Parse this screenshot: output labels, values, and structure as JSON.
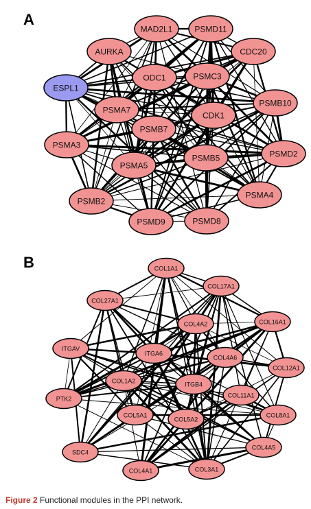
{
  "panels": [
    {
      "letter": "A",
      "node_color": "#f29393",
      "highlight_color": "#9a9af0",
      "nodes": [
        {
          "id": "MAD2L1"
        },
        {
          "id": "PSMD11"
        },
        {
          "id": "AURKA"
        },
        {
          "id": "CDC20"
        },
        {
          "id": "ESPL1",
          "highlight": true
        },
        {
          "id": "ODC1"
        },
        {
          "id": "PSMC3"
        },
        {
          "id": "PSMA7"
        },
        {
          "id": "CDK1"
        },
        {
          "id": "PSMB10"
        },
        {
          "id": "PSMB7"
        },
        {
          "id": "PSMA3"
        },
        {
          "id": "PSMD2"
        },
        {
          "id": "PSMB5"
        },
        {
          "id": "PSMA5"
        },
        {
          "id": "PSMA4"
        },
        {
          "id": "PSMB2"
        },
        {
          "id": "PSMD9"
        },
        {
          "id": "PSMD8"
        }
      ]
    },
    {
      "letter": "B",
      "node_color": "#f29393",
      "nodes": [
        {
          "id": "COL1A1"
        },
        {
          "id": "COL17A1"
        },
        {
          "id": "COL27A1"
        },
        {
          "id": "COL4A2"
        },
        {
          "id": "COL16A1"
        },
        {
          "id": "ITGAV"
        },
        {
          "id": "ITGA6"
        },
        {
          "id": "COL4A6"
        },
        {
          "id": "COL12A1"
        },
        {
          "id": "COL1A2"
        },
        {
          "id": "ITGB4"
        },
        {
          "id": "COL11A1"
        },
        {
          "id": "PTK2"
        },
        {
          "id": "COL5A1"
        },
        {
          "id": "COL5A2"
        },
        {
          "id": "COL8A1"
        },
        {
          "id": "SDC4"
        },
        {
          "id": "COL4A5"
        },
        {
          "id": "COL4A1"
        },
        {
          "id": "COL3A1"
        }
      ]
    }
  ],
  "caption": {
    "figure": "Figure 2",
    "text": "Functional modules in the PPI network."
  }
}
